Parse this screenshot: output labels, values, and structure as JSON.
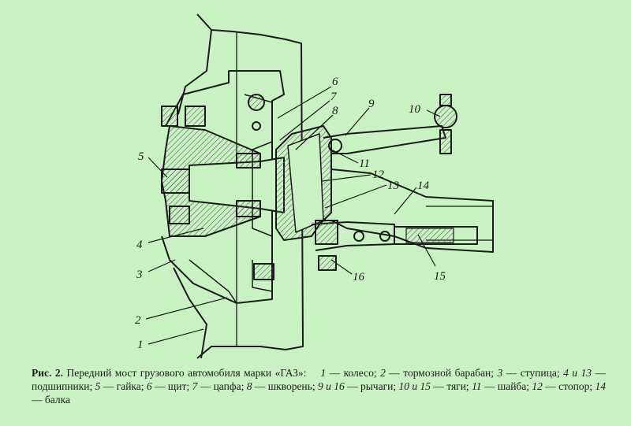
{
  "caption": {
    "figure_number": "Рис. 2.",
    "title": "Передний мост грузового автомобиля марки «ГАЗ»:",
    "legend": [
      {
        "n": "1",
        "text": "колесо"
      },
      {
        "n": "2",
        "text": "тормозной барабан"
      },
      {
        "n": "3",
        "text": "ступица"
      },
      {
        "n": "4 и 13",
        "text": "подшипники"
      },
      {
        "n": "5",
        "text": "гайка"
      },
      {
        "n": "6",
        "text": "щит"
      },
      {
        "n": "7",
        "text": "цапфа"
      },
      {
        "n": "8",
        "text": "шкворень"
      },
      {
        "n": "9 и 16",
        "text": "рычаги"
      },
      {
        "n": "10 и 15",
        "text": "тяги"
      },
      {
        "n": "11",
        "text": "шайба"
      },
      {
        "n": "12",
        "text": "стопор"
      },
      {
        "n": "14",
        "text": "балка"
      }
    ]
  },
  "callouts": [
    "1",
    "2",
    "3",
    "4",
    "5",
    "6",
    "7",
    "8",
    "9",
    "10",
    "11",
    "12",
    "13",
    "14",
    "15",
    "16"
  ],
  "colors": {
    "background": "#c9f2c2",
    "ink": "#1a1a1a",
    "hatch": "#6a7c6a"
  }
}
